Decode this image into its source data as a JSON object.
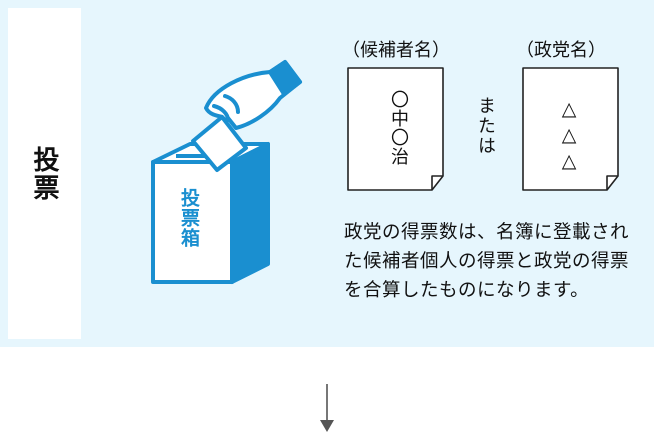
{
  "side_label": "投票",
  "ballot_box": {
    "label": "投票箱"
  },
  "ballots": [
    {
      "caption": "（候補者名）",
      "text": "〇中〇治"
    },
    {
      "caption": "（政党名）",
      "text": "△△△"
    }
  ],
  "connector": "または",
  "description": "政党の得票数は、名簿に登載された候補者個人の得票と政党の得票を合算したものになります。",
  "colors": {
    "panel_background": "#e6f6fd",
    "label_background": "#ffffff",
    "accent_blue": "#1a8fd0",
    "ink": "#111111",
    "arrow": "#555555"
  }
}
